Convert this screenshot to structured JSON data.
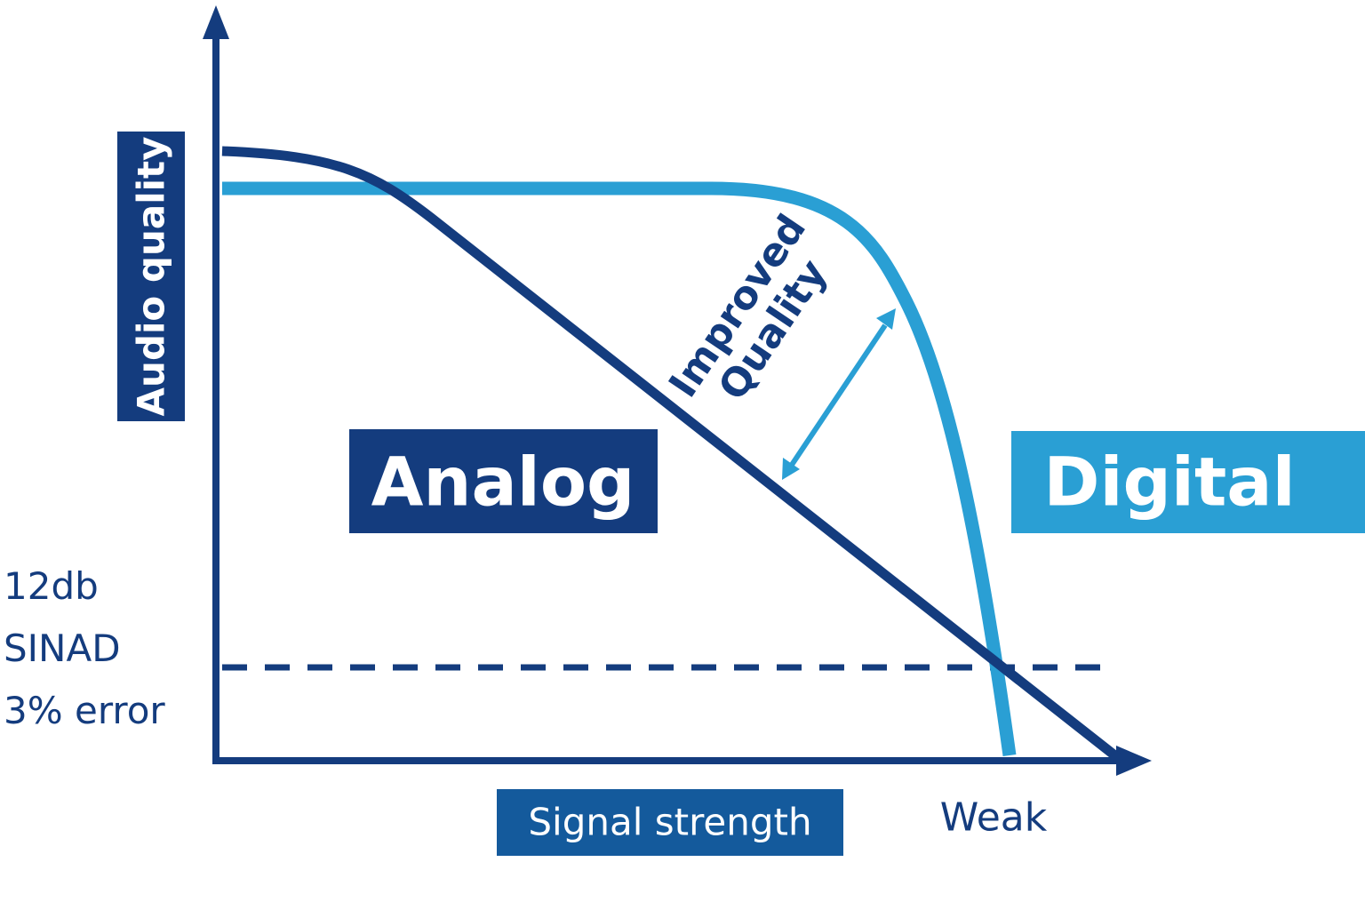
{
  "colors": {
    "dark_navy": "#143c7e",
    "light_blue": "#2a9fd4",
    "mid_blue": "#145a9c",
    "background": "#ffffff"
  },
  "labels": {
    "y_axis": "Audio quality",
    "x_axis": "Signal strength",
    "x_axis_end": "Weak",
    "analog": "Analog",
    "digital": "Digital",
    "improved_line1": "Improved",
    "improved_line2": "Quality",
    "threshold_line1": "12db",
    "threshold_line2": "SINAD",
    "threshold_line3": "3% error"
  },
  "curves": {
    "analog": {
      "color": "dark_navy",
      "shape": "gradual linear decline"
    },
    "digital": {
      "color": "light_blue",
      "shape": "flat then steep cliff"
    },
    "threshold": {
      "style": "dashed"
    }
  }
}
